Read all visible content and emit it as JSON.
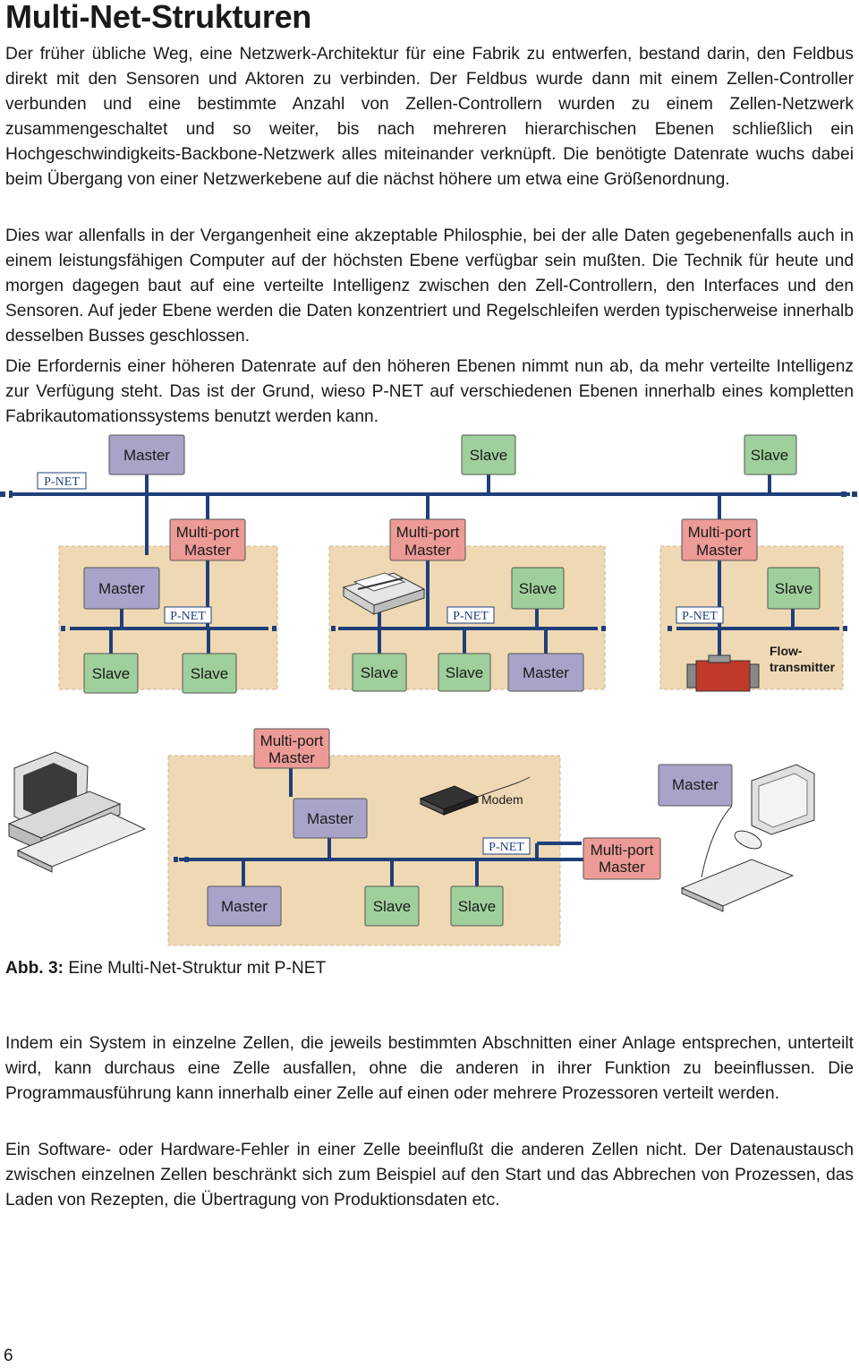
{
  "title": "Multi-Net-Strukturen",
  "paragraphs": [
    "Der früher übliche Weg, eine Netzwerk-Architektur für eine Fabrik zu entwerfen, bestand darin, den Feldbus direkt mit den Sensoren und Aktoren zu verbinden. Der Feldbus wurde dann mit einem Zellen-Controller verbunden und eine bestimmte Anzahl von Zellen-Controllern wurden zu einem Zellen-Netzwerk zusammengeschaltet und so weiter, bis nach mehreren hierarchischen Ebenen schließlich ein Hochgeschwindigkeits-Backbone-Netzwerk alles miteinander verknüpft. Die benötigte Datenrate wuchs dabei beim Übergang von einer Netzwerkebene auf die nächst höhere um etwa eine Größenordnung.",
    "Dies war allenfalls in der Vergangenheit eine akzeptable Philosphie, bei der alle Daten gegebenenfalls auch in einem leistungsfähigen Computer auf der höchsten Ebene verfügbar sein mußten. Die Technik für heute und morgen dagegen baut auf eine verteilte Intelligenz zwischen den Zell-Controllern, den Interfaces und den Sensoren. Auf jeder Ebene werden die Daten konzentriert und Regelschleifen werden typischerweise innerhalb desselben Busses geschlossen.",
    "Die Erfordernis einer höheren Datenrate auf den höheren Ebenen nimmt nun ab, da mehr verteilte Intelligenz zur Verfügung steht. Das ist der Grund, wieso P-NET auf verschiedenen Ebenen innerhalb eines kompletten Fabrikautomationssystems benutzt werden kann.",
    "Indem ein System in einzelne Zellen, die jeweils bestimmten Abschnitten einer Anlage entsprechen, unterteilt wird, kann durchaus eine Zelle ausfallen, ohne die anderen in ihrer Funktion zu beeinflussen. Die Programmausführung kann innerhalb einer Zelle auf einen oder mehrere Prozessoren verteilt werden.",
    "Ein Software- oder Hardware-Fehler in einer Zelle beeinflußt die anderen Zellen nicht. Der Datenaustausch zwischen einzelnen Zellen beschränkt sich zum Beispiel auf den Start und das Abbrechen von Prozessen, das Laden von Rezepten, die Übertragung von Produktionsdaten etc."
  ],
  "caption": {
    "prefix": "Abb. 3:",
    "text": " Eine Multi-Net-Struktur mit P-NET"
  },
  "page_number": "6",
  "diagram": {
    "net_label": "P-NET",
    "labels": {
      "master": "Master",
      "slave": "Slave",
      "multiport_line1": "Multi-port",
      "multiport_line2": "Master",
      "flow_line1": "Flow-",
      "flow_line2": "transmitter",
      "modem": "Modem"
    },
    "colors": {
      "master": "#a9a3c9",
      "slave": "#9fcf9b",
      "multiport": "#ec9b96",
      "cell": "#efd9b4",
      "bus": "#1f3f7a"
    }
  }
}
